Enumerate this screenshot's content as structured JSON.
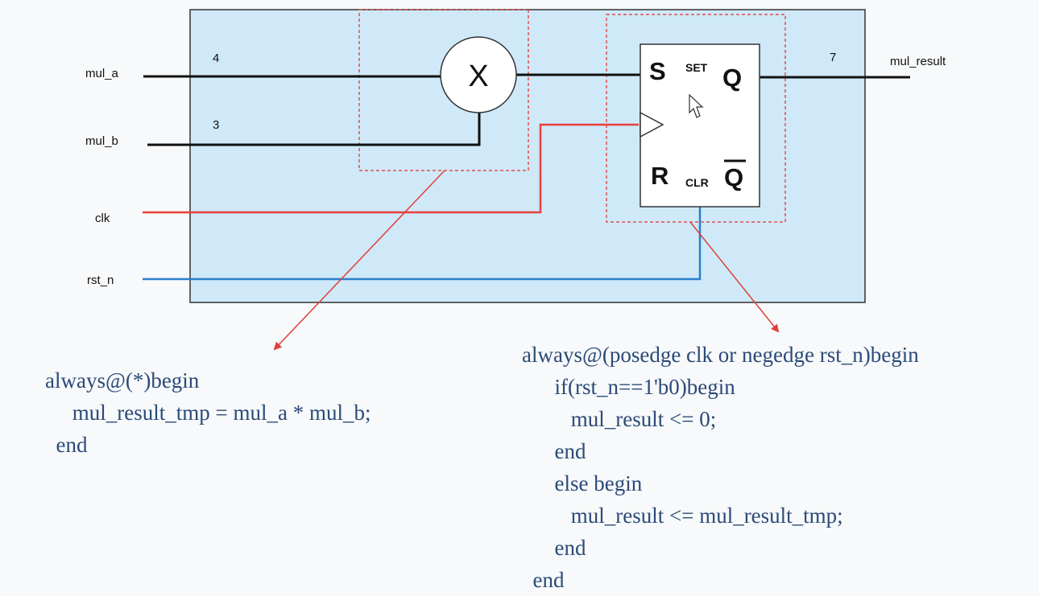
{
  "signals": {
    "mul_a": "mul_a",
    "mul_b": "mul_b",
    "clk": "clk",
    "rst_n": "rst_n",
    "mul_result": "mul_result"
  },
  "bus_widths": {
    "a": "4",
    "b": "3",
    "result": "7"
  },
  "multiplier": {
    "symbol": "X"
  },
  "flipflop": {
    "s": "S",
    "set": "SET",
    "q": "Q",
    "r": "R",
    "clr": "CLR",
    "qbar": "Q"
  },
  "code": {
    "comb": [
      "always@(*)begin",
      "     mul_result_tmp = mul_a * mul_b;",
      "  end"
    ],
    "seq": [
      "always@(posedge clk or negedge rst_n)begin",
      "      if(rst_n==1'b0)begin",
      "         mul_result <= 0;",
      "      end",
      "      else begin",
      "         mul_result <= mul_result_tmp;",
      "      end",
      "  end"
    ]
  },
  "colors": {
    "panel_fill": "#cfe9f8",
    "clk_wire": "#e8403c",
    "rst_wire": "#2a7fc9",
    "annotation": "#e0403a",
    "code_text": "#2b4a78"
  }
}
